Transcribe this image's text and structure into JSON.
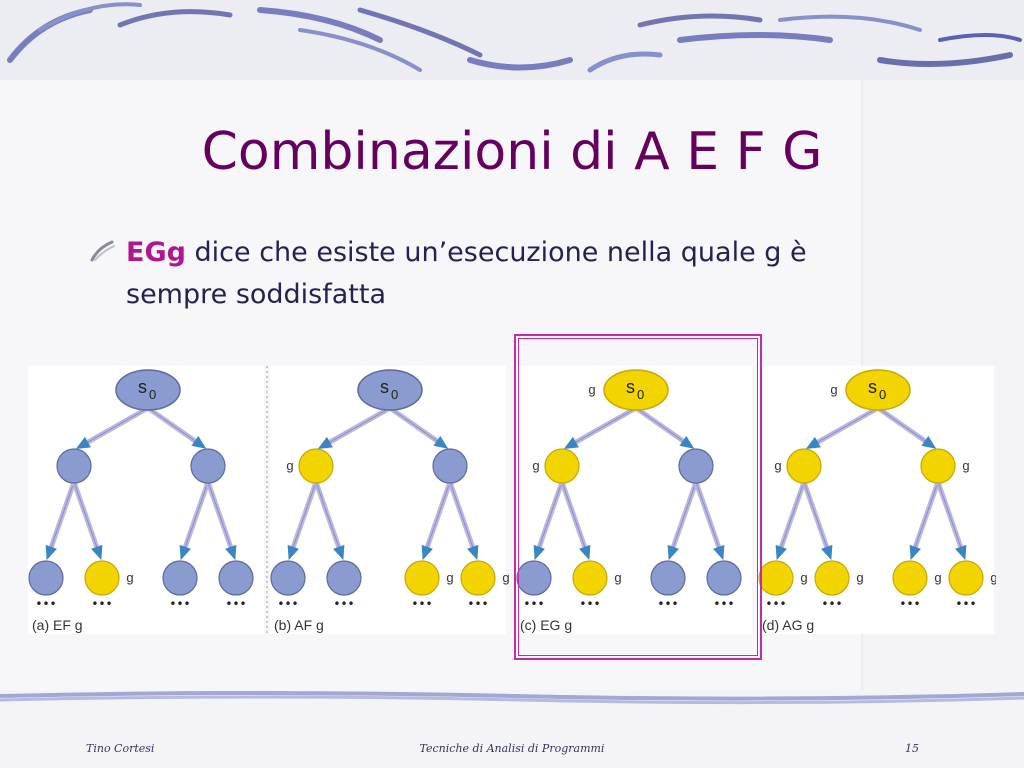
{
  "slide": {
    "title": "Combinazioni di A E F G",
    "bullet": {
      "keyword": "EGg",
      "text": " dice che esiste un’esecuzione nella quale g è sempre soddisfatta"
    },
    "footer": {
      "author": "Tino Cortesi",
      "course": "Tecniche di Analisi di Programmi",
      "page": "15"
    }
  },
  "diagram": {
    "root_label": "s",
    "root_subscript": "0",
    "prop_label": "g",
    "dots": "•••",
    "colors": {
      "blue": "#8a9bd0",
      "yellow": "#f2d400",
      "arrow": "#b9b9e0",
      "highlight": "#c12ca8"
    },
    "panels": [
      {
        "caption": "(a) EF g",
        "root": "blue",
        "level1": [
          "blue",
          "blue"
        ],
        "level2": [
          "blue",
          "yellow",
          "blue",
          "blue"
        ]
      },
      {
        "caption": "(b) AF g",
        "root": "blue",
        "level1": [
          "yellow",
          "blue"
        ],
        "level2": [
          "blue",
          "blue",
          "yellow",
          "yellow"
        ]
      },
      {
        "caption": "(c) EG g",
        "root": "yellow",
        "level1": [
          "yellow",
          "blue"
        ],
        "level2": [
          "blue",
          "yellow",
          "blue",
          "blue"
        ],
        "highlighted": true
      },
      {
        "caption": "(d) AG g",
        "root": "yellow",
        "level1": [
          "yellow",
          "yellow"
        ],
        "level2": [
          "yellow",
          "yellow",
          "yellow",
          "yellow"
        ]
      }
    ]
  }
}
